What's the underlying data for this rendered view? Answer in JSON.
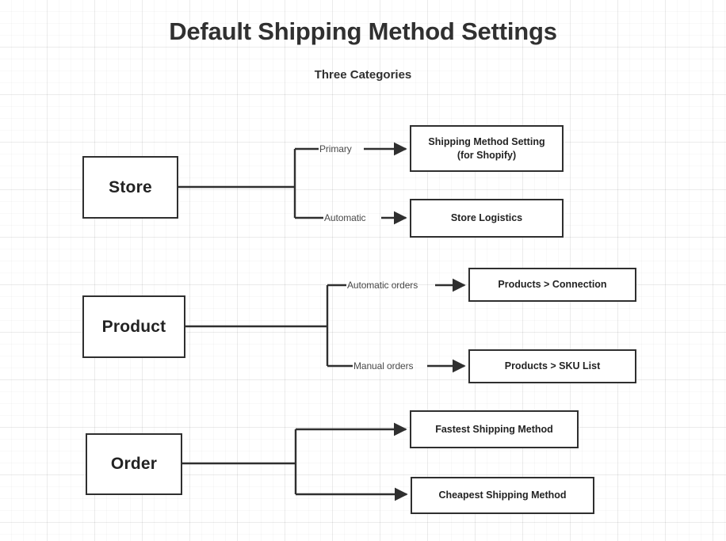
{
  "header": {
    "title": "Default Shipping Method Settings",
    "subtitle": "Three Categories"
  },
  "colors": {
    "node_border": "#2f2f2f",
    "node_fill": "#ffffff",
    "text": "#232323",
    "edge": "#2f2f2f",
    "edge_label": "#4a4a4a",
    "grid_minor": "#f2f2f2",
    "grid_major": "#e4e4e4",
    "background": "#ffffff"
  },
  "diagram": {
    "groups": [
      {
        "root_label": "Store",
        "branches": [
          {
            "edge_label": "Primary",
            "target_label": "Shipping Method Setting\n(for Shopify)",
            "target_line1": "Shipping Method Setting",
            "target_line2": "(for Shopify)"
          },
          {
            "edge_label": "Automatic",
            "target_label": "Store Logistics",
            "target_line1": "Store Logistics",
            "target_line2": ""
          }
        ]
      },
      {
        "root_label": "Product",
        "branches": [
          {
            "edge_label": "Automatic orders",
            "target_label": "Products > Connection",
            "target_line1": "Products > Connection",
            "target_line2": ""
          },
          {
            "edge_label": "Manual orders",
            "target_label": "Products > SKU List",
            "target_line1": "Products > SKU List",
            "target_line2": ""
          }
        ]
      },
      {
        "root_label": "Order",
        "branches": [
          {
            "edge_label": "",
            "target_label": "Fastest Shipping Method",
            "target_line1": "Fastest Shipping Method",
            "target_line2": ""
          },
          {
            "edge_label": "",
            "target_label": "Cheapest Shipping Method",
            "target_line1": "Cheapest Shipping Method",
            "target_line2": ""
          }
        ]
      }
    ]
  }
}
